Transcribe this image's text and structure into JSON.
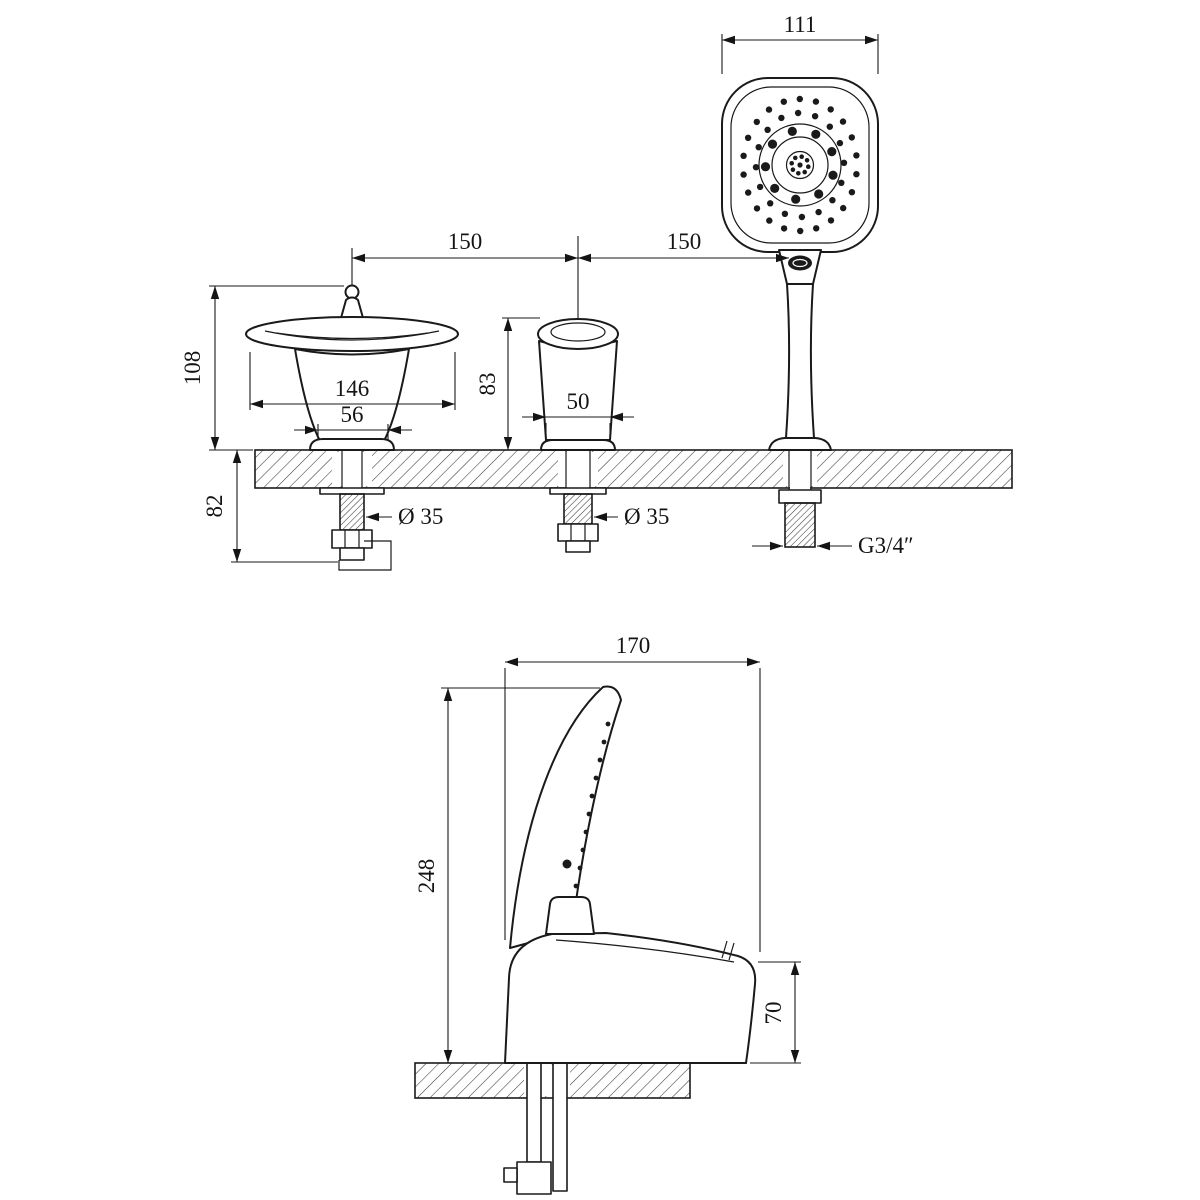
{
  "page": {
    "background": "#ffffff",
    "line_color": "#1a1a1a"
  },
  "front_view": {
    "dims": {
      "shower_head_width": "111",
      "spout_to_valve_spacing": "150",
      "valve_to_shower_spacing": "150",
      "spout_height": "108",
      "spout_top_width": "146",
      "spout_base_width": "56",
      "valve_height": "83",
      "valve_width": "50",
      "below_deck_depth": "82",
      "spout_hole": "Ø 35",
      "valve_hole": "Ø 35",
      "shower_thread": "G3/4″"
    }
  },
  "side_view": {
    "dims": {
      "body_length": "170",
      "overall_height": "248",
      "spout_rise": "70"
    }
  }
}
